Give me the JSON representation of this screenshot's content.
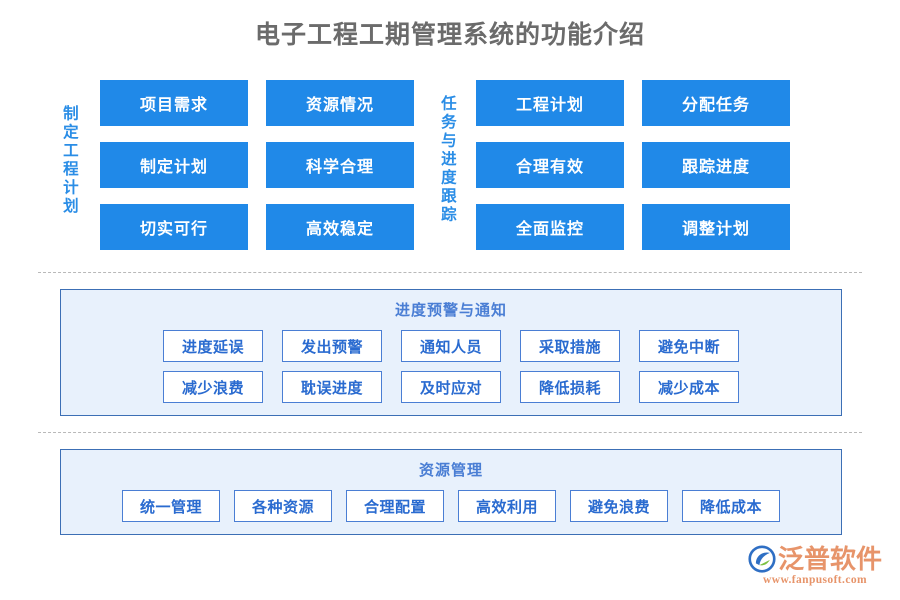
{
  "title": "电子工程工期管理系统的功能介绍",
  "top_section": {
    "group1": {
      "vertical_label": "制定工程计划",
      "columns": [
        {
          "items": [
            "项目需求",
            "制定计划",
            "切实可行"
          ]
        },
        {
          "items": [
            "资源情况",
            "科学合理",
            "高效稳定"
          ]
        }
      ]
    },
    "group2": {
      "vertical_label": "任务与进度跟踪",
      "columns": [
        {
          "items": [
            "工程计划",
            "合理有效",
            "全面监控"
          ]
        },
        {
          "items": [
            "分配任务",
            "跟踪进度",
            "调整计划"
          ]
        }
      ]
    }
  },
  "alert_panel": {
    "title": "进度预警与通知",
    "rows": [
      [
        "进度延误",
        "发出预警",
        "通知人员",
        "采取措施",
        "避免中断"
      ],
      [
        "减少浪费",
        "耽误进度",
        "及时应对",
        "降低损耗",
        "减少成本"
      ]
    ]
  },
  "resource_panel": {
    "title": "资源管理",
    "rows": [
      [
        "统一管理",
        "各种资源",
        "合理配置",
        "高效利用",
        "避免浪费",
        "降低成本"
      ]
    ]
  },
  "logo": {
    "name": "泛普软件",
    "url": "www.fanpusoft.com",
    "mark": "fanpu-swoosh-icon"
  },
  "colors": {
    "blue_box": "#2089e8",
    "panel_bg": "#e8f1fc",
    "panel_border": "#3c6fb5",
    "chip_border": "#4a7ed4",
    "chip_text": "#2a6bd0",
    "title_text": "#6b6b6b",
    "vertical_label": "#2a8de6",
    "logo_orange": "#e7946a",
    "divider": "#b9b9b9"
  }
}
